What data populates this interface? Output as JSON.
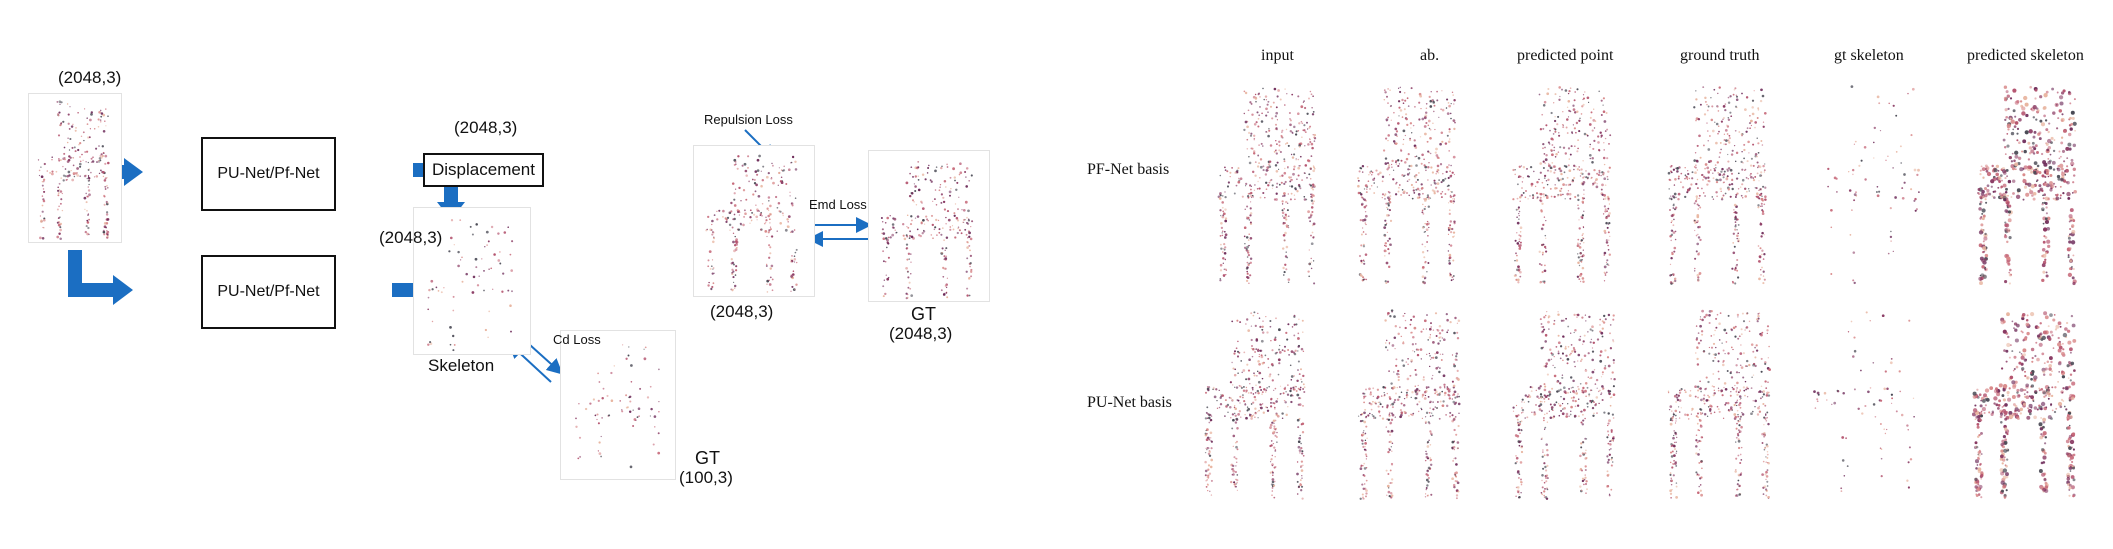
{
  "pipeline": {
    "input_shape": "(2048,3)",
    "net_top": "PU-Net/Pf-Net",
    "net_bottom": "PU-Net/Pf-Net",
    "displacement_shape": "(2048,3)",
    "displacement": "Displacement",
    "skeleton_shape": "(2048,3)",
    "skeleton": "Skeleton",
    "cd_loss": "Cd Loss",
    "skeleton_gt": "GT",
    "skeleton_gt_shape": "(100,3)",
    "repulsion_loss": "Repulsion Loss",
    "output_shape": "(2048,3)",
    "emd_loss": "Emd Loss",
    "final_gt": "GT",
    "final_gt_shape": "(2048,3)"
  },
  "comparison": {
    "columns": [
      "input",
      "ab.",
      "predicted point",
      "ground truth",
      "gt skeleton",
      "predicted skeleton"
    ],
    "rows": [
      "PF-Net basis",
      "PU-Net basis"
    ]
  },
  "colors": {
    "arrow": "#1b6ec2",
    "plus": "#f2b21b",
    "points": "#8a3a63"
  }
}
